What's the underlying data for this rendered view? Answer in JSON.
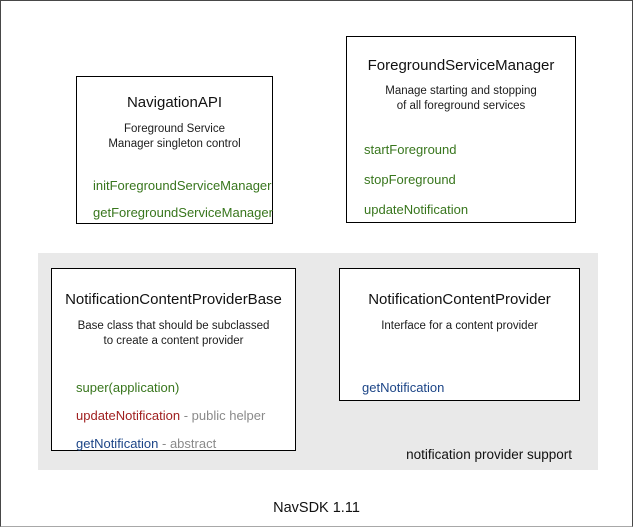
{
  "colors": {
    "method_green": "#38761d",
    "method_red": "#a02020",
    "method_blue": "#1c4587",
    "annotation_gray": "#8a8a8a",
    "group_background": "#e9e9e9"
  },
  "boxes": {
    "navigation_api": {
      "title": "NavigationAPI",
      "desc1": "Foreground Service",
      "desc2": "Manager singleton control",
      "methods": [
        {
          "name": "initForegroundServiceManager"
        },
        {
          "name": "getForegroundServiceManager"
        }
      ]
    },
    "foreground_service_manager": {
      "title": "ForegroundServiceManager",
      "desc1": "Manage starting and stopping",
      "desc2": "of all foreground services",
      "methods": [
        {
          "name": "startForeground"
        },
        {
          "name": "stopForeground"
        },
        {
          "name": "updateNotification"
        }
      ]
    },
    "notification_content_provider_base": {
      "title": "NotificationContentProviderBase",
      "desc1": "Base class that should be subclassed",
      "desc2": "to create a content provider",
      "methods": [
        {
          "name": "super(application)",
          "suffix": ""
        },
        {
          "name": "updateNotification",
          "suffix": " - public helper"
        },
        {
          "name": "getNotification",
          "suffix": " - abstract"
        }
      ]
    },
    "notification_content_provider": {
      "title": "NotificationContentProvider",
      "desc1": "Interface for a content provider",
      "desc2": "",
      "methods": [
        {
          "name": "getNotification"
        }
      ]
    }
  },
  "group": {
    "caption": "notification provider support"
  },
  "footer": {
    "label": "NavSDK 1.11"
  }
}
